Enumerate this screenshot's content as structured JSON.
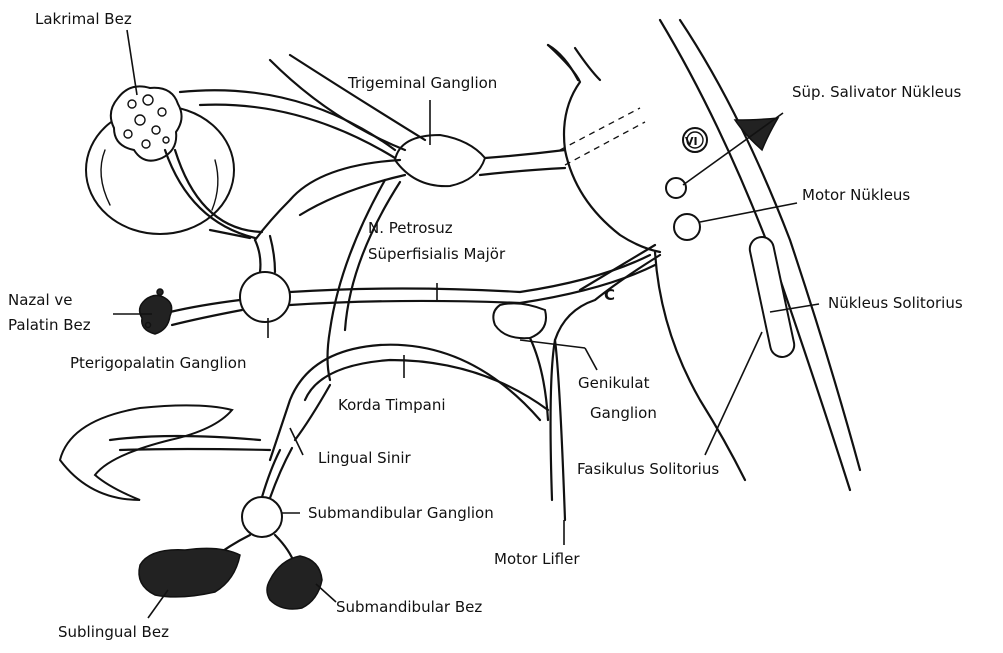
{
  "diagram": {
    "labels": {
      "lakrimal": "Lakrimal Bez",
      "trigeminal": "Trigeminal Ganglion",
      "sup_salivator": "Süp. Salivator Nükleus",
      "motor_nukleus": "Motor Nükleus",
      "petrosuz_1": "N. Petrosuz",
      "petrosuz_2": "Süperfisialis Majör",
      "nazal_1": "Nazal ve",
      "nazal_2": "Palatin Bez",
      "pterigopalatin": "Pterigopalatin Ganglion",
      "nukleus_solitorius": "Nükleus Solitorius",
      "c_mark": "C",
      "abducens": "VI",
      "genikulat_1": "Genikulat",
      "genikulat_2": "Ganglion",
      "korda": "Korda Timpani",
      "lingual": "Lingual Sinir",
      "fasikulus": "Fasikulus Solitorius",
      "submandibular_ganglion": "Submandibular Ganglion",
      "motor_lifler": "Motor Lifler",
      "submandibular_bez": "Submandibular Bez",
      "sublingual": "Sublingual Bez"
    }
  }
}
